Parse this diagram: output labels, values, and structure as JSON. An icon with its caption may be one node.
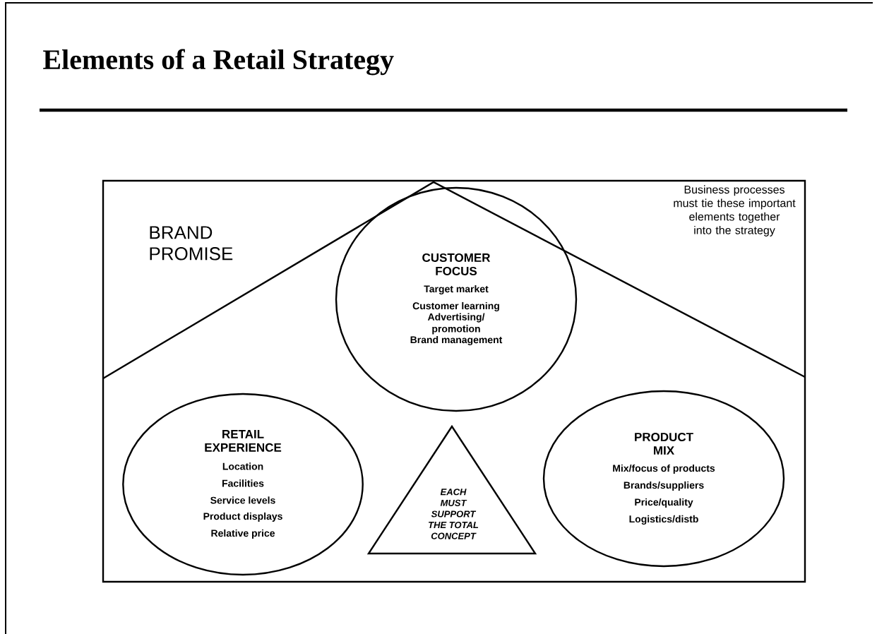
{
  "diagram": {
    "title": "Elements of a Retail Strategy",
    "nodes": [
      {
        "text": [
          "BRAND PROMISE",
          "Business processes must tie these important elements together into the strategy"
        ]
      },
      {
        "text": [
          "CUSTOMER FOCUS",
          "Target market",
          "Customer learning",
          "Advertising/ promotion",
          "Brand management"
        ],
        "in": 0
      },
      {
        "text": [
          "RETAIL EXPERIENCE",
          "Location",
          "Facilities",
          "Service levels",
          "Product displays",
          "Relative price"
        ],
        "in": 0
      },
      {
        "text": [
          "PRODUCT MIX",
          "Mix/focus of products",
          "Brands/suppliers",
          "Price/quality",
          "Logistics/distb"
        ],
        "in": 0
      },
      {
        "text": [
          "EACH MUST SUPPORT THE TOTAL CONCEPT"
        ],
        "in": 0
      }
    ]
  }
}
